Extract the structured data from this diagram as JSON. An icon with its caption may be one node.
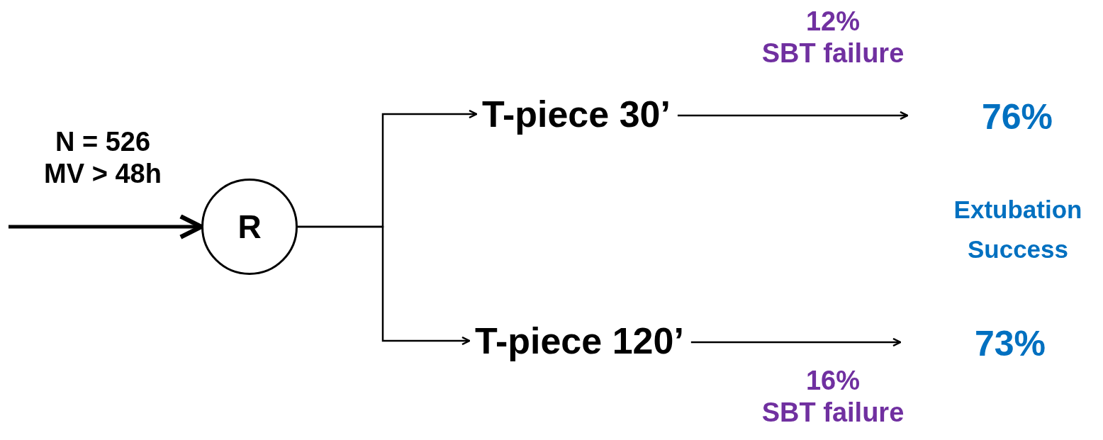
{
  "diagram": {
    "nodes": [
      {
        "text": [
          "R"
        ]
      },
      {
        "text": [
          "T-piece 30’"
        ]
      },
      {
        "text": [
          "T-piece 120’"
        ]
      },
      {
        "text": [
          "76%"
        ]
      },
      {
        "text": [
          "73%"
        ]
      }
    ],
    "edges": [
      {
        "from": null,
        "to": 0,
        "arrow": "to",
        "label": "N = 526 MV > 48h",
        "style": "thick"
      },
      {
        "from": 0,
        "to": 1,
        "arrow": "to"
      },
      {
        "from": 0,
        "to": 2,
        "arrow": "to"
      },
      {
        "from": 1,
        "to": 3,
        "arrow": "to",
        "label": "12% SBT failure"
      },
      {
        "from": 2,
        "to": 4,
        "arrow": "to",
        "label": "16% SBT failure"
      }
    ],
    "labels": [
      "Extubation Success"
    ]
  }
}
